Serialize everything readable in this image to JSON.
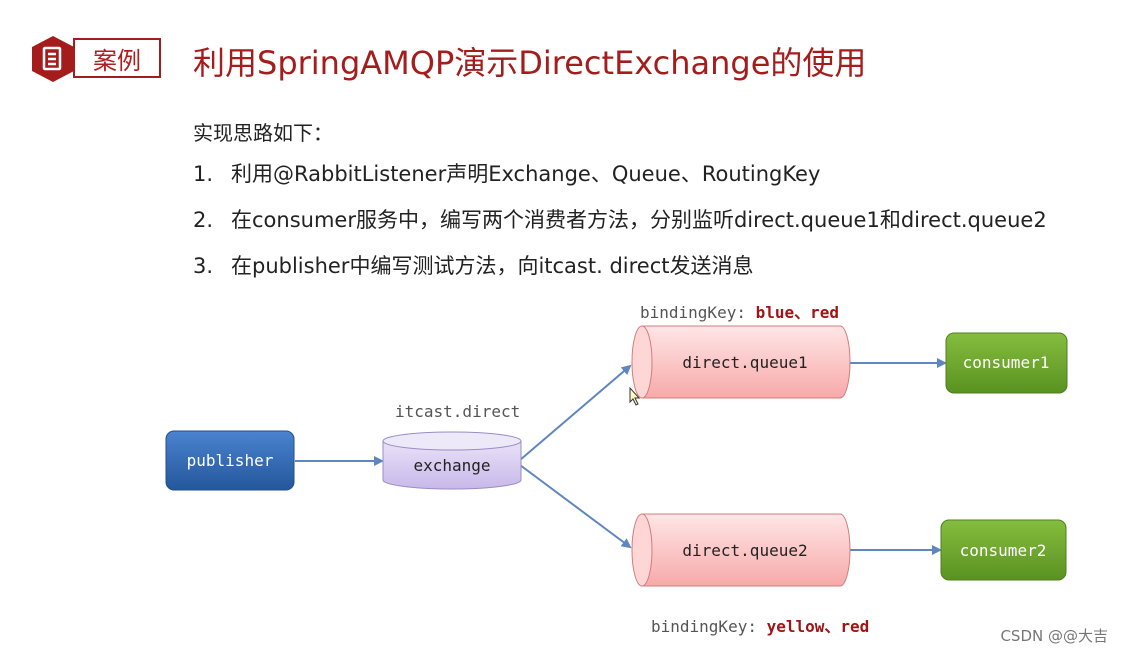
{
  "header": {
    "tag": "案例",
    "title": "利用SpringAMQP演示DirectExchange的使用"
  },
  "intro": "实现思路如下：",
  "steps": [
    {
      "num": "1.",
      "text": "利用@RabbitListener声明Exchange、Queue、RoutingKey"
    },
    {
      "num": "2.",
      "text": "在consumer服务中，编写两个消费者方法，分别监听direct.queue1和direct.queue2"
    },
    {
      "num": "3.",
      "text": "在publisher中编写测试方法，向itcast. direct发送消息"
    }
  ],
  "diagram": {
    "publisher": "publisher",
    "exchange_name": "itcast.direct",
    "exchange": "exchange",
    "queue1": "direct.queue1",
    "queue2": "direct.queue2",
    "consumer1": "consumer1",
    "consumer2": "consumer2",
    "binding_label": "bindingKey:",
    "queue1_keys": "blue、red",
    "queue2_keys": "yellow、red"
  },
  "watermark": "CSDN @@大吉",
  "colors": {
    "brand_red": "#a41c1c",
    "publisher_blue": "#2e67b1",
    "consumer_green": "#6aa329",
    "queue_pink": "#f7aeae",
    "exchange_purple": "#d4c6ef",
    "arrow_blue": "#5f86bf"
  }
}
